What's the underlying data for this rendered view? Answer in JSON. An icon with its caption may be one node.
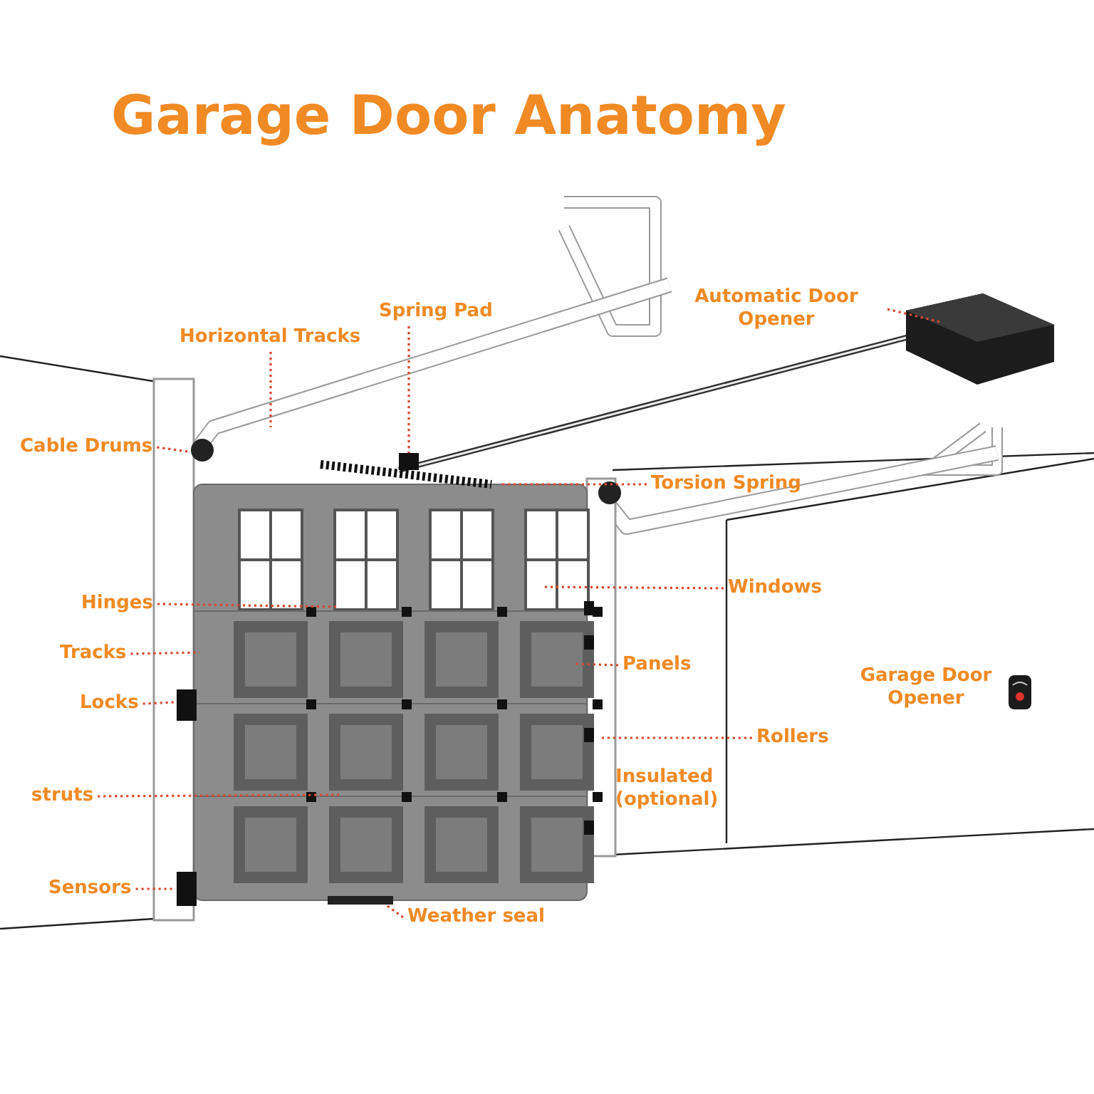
{
  "diagram": {
    "title": "Garage Door Anatomy",
    "nodes": [
      {
        "text": [
          "Horizontal Tracks"
        ]
      },
      {
        "text": [
          "Spring Pad"
        ]
      },
      {
        "text": [
          "Automatic Door Opener"
        ]
      },
      {
        "text": [
          "Cable Drums"
        ]
      },
      {
        "text": [
          "Torsion Spring"
        ]
      },
      {
        "text": [
          "Hinges"
        ]
      },
      {
        "text": [
          "Windows"
        ]
      },
      {
        "text": [
          "Tracks"
        ]
      },
      {
        "text": [
          "Panels"
        ]
      },
      {
        "text": [
          "Locks"
        ]
      },
      {
        "text": [
          "Rollers"
        ]
      },
      {
        "text": [
          "struts"
        ]
      },
      {
        "text": [
          "Sensors"
        ]
      },
      {
        "text": [
          "Weather seal"
        ]
      }
    ],
    "edges": [
      {
        "from": 0,
        "to": null,
        "arrow": "none"
      },
      {
        "from": 1,
        "to": null,
        "arrow": "none"
      },
      {
        "from": 2,
        "to": null,
        "arrow": "none"
      },
      {
        "from": 3,
        "to": null,
        "arrow": "none"
      },
      {
        "from": 4,
        "to": null,
        "arrow": "none"
      },
      {
        "from": 5,
        "to": null,
        "arrow": "none"
      },
      {
        "from": 6,
        "to": null,
        "arrow": "none"
      },
      {
        "from": 7,
        "to": null,
        "arrow": "none"
      },
      {
        "from": 8,
        "to": null,
        "arrow": "none"
      },
      {
        "from": 9,
        "to": null,
        "arrow": "none"
      },
      {
        "from": 10,
        "to": null,
        "arrow": "none"
      },
      {
        "from": 11,
        "to": null,
        "arrow": "none"
      },
      {
        "from": 12,
        "to": null,
        "arrow": "none"
      },
      {
        "from": 13,
        "to": null,
        "arrow": "none"
      }
    ],
    "labels": [
      "Garage Door Opener",
      "Insulated (optional)"
    ]
  }
}
